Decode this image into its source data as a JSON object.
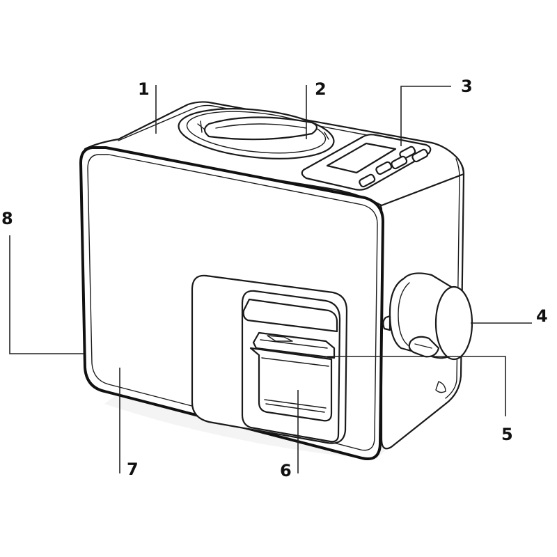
{
  "diagram": {
    "colors": {
      "stroke": "#1a1a1a",
      "background": "#ffffff",
      "label": "#111111"
    },
    "callouts": [
      {
        "id": "1",
        "label": "1"
      },
      {
        "id": "2",
        "label": "2"
      },
      {
        "id": "3",
        "label": "3"
      },
      {
        "id": "4",
        "label": "4"
      },
      {
        "id": "5",
        "label": "5"
      },
      {
        "id": "6",
        "label": "6"
      },
      {
        "id": "7",
        "label": "7"
      },
      {
        "id": "8",
        "label": "8"
      }
    ]
  }
}
